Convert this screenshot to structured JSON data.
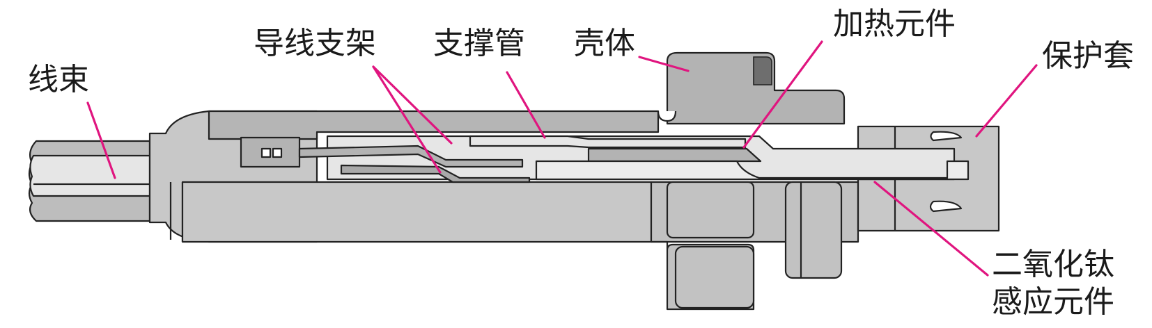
{
  "colors": {
    "leader": "#e0157f",
    "outline": "#222222",
    "metal_dark": "#a9a9a9",
    "metal_mid": "#bdbdbd",
    "metal_light": "#cfcfcf",
    "insulator": "#e6e6e6",
    "sensor": "#ececec",
    "accent_dark": "#6e6e6e"
  },
  "labels": {
    "wire_harness": "线束",
    "wire_bracket": "导线支架",
    "support_tube": "支撑管",
    "housing": "壳体",
    "heating_element": "加热元件",
    "protective_sleeve": "保护套",
    "sensing_element_line1": "二氧化钛",
    "sensing_element_line2": "感应元件"
  }
}
